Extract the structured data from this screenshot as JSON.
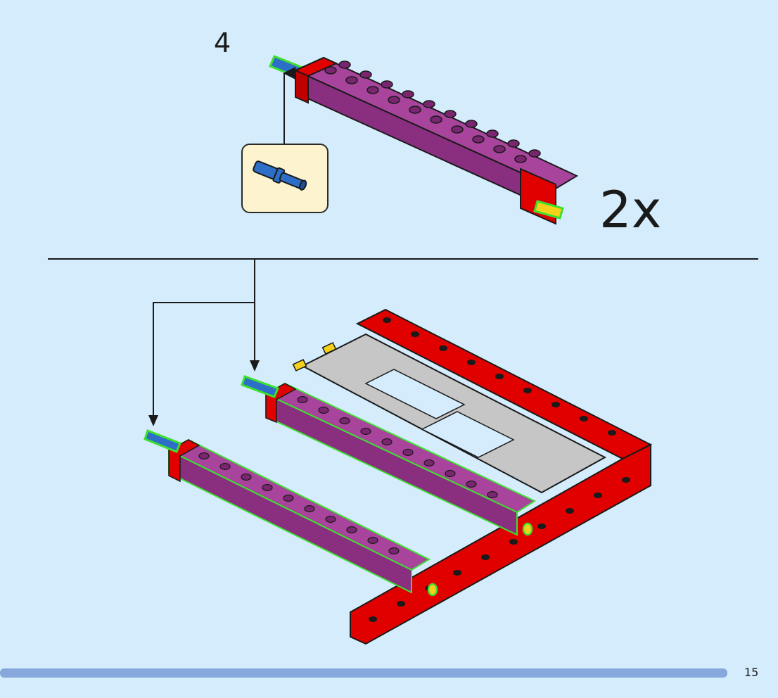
{
  "step": {
    "number": "4"
  },
  "multiplier": "2x",
  "page": {
    "number": "15"
  },
  "parts_list": [
    {
      "part": "blue-axle-pin-icon",
      "count": 1
    }
  ],
  "colors": {
    "background": "#d4ecfb",
    "callout_fill": "#fdf3cf",
    "beam_purple": "#a8449c",
    "brick_red": "#e00000",
    "beam_gray": "#c6c6c6",
    "pin_blue": "#2d6ec8",
    "pin_yellow": "#f5d21a",
    "highlight_green": "#3ee030",
    "footer_bar": "#86a8dc"
  }
}
